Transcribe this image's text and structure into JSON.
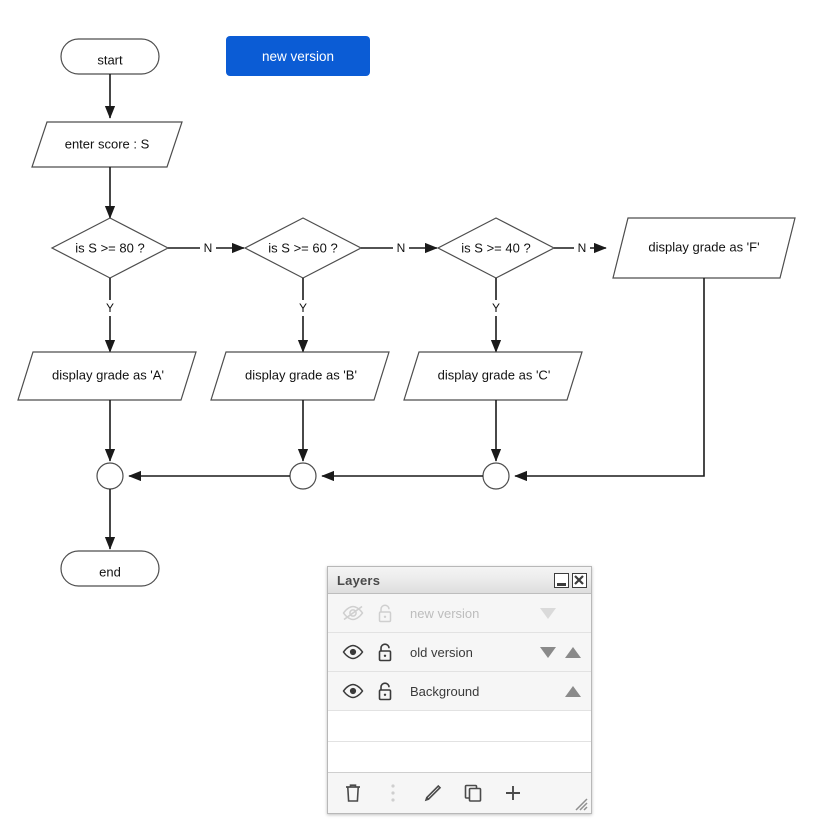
{
  "canvas": {
    "button": {
      "label": "new version",
      "color": "#0b5cd5",
      "text_color": "#ffffff"
    }
  },
  "flowchart": {
    "nodes": {
      "start": "start",
      "input": "enter score : S",
      "d1": "is S >= 80 ?",
      "d2": "is S >= 60 ?",
      "d3": "is S >= 40 ?",
      "outA": "display grade as 'A'",
      "outB": "display grade as 'B'",
      "outC": "display grade as 'C'",
      "outF": "display grade as 'F'",
      "end": "end"
    },
    "edge_labels": {
      "n1": "N",
      "n2": "N",
      "n3": "N",
      "y1": "Y",
      "y2": "Y",
      "y3": "Y"
    }
  },
  "layers_panel": {
    "title": "Layers",
    "window_buttons": {
      "minimize": "minimize-icon",
      "close": "close-icon"
    },
    "rows": [
      {
        "name": "new version",
        "visible": false,
        "locked": true,
        "can_move_down": true,
        "can_move_up": false,
        "eye_icon": "eye-off-icon",
        "lock_icon": "lock-icon"
      },
      {
        "name": "old version",
        "visible": true,
        "locked": true,
        "can_move_down": true,
        "can_move_up": true,
        "eye_icon": "eye-icon",
        "lock_icon": "lock-icon"
      },
      {
        "name": "Background",
        "visible": true,
        "locked": true,
        "can_move_down": false,
        "can_move_up": true,
        "eye_icon": "eye-icon",
        "lock_icon": "lock-icon"
      }
    ],
    "toolbar": [
      {
        "icon": "trash-icon",
        "label": "Delete"
      },
      {
        "icon": "vertical-dots-icon",
        "label": "More"
      },
      {
        "icon": "pencil-icon",
        "label": "Edit"
      },
      {
        "icon": "duplicate-icon",
        "label": "Duplicate"
      },
      {
        "icon": "plus-icon",
        "label": "Add layer"
      }
    ],
    "resize_grip": "resize-grip-icon"
  }
}
